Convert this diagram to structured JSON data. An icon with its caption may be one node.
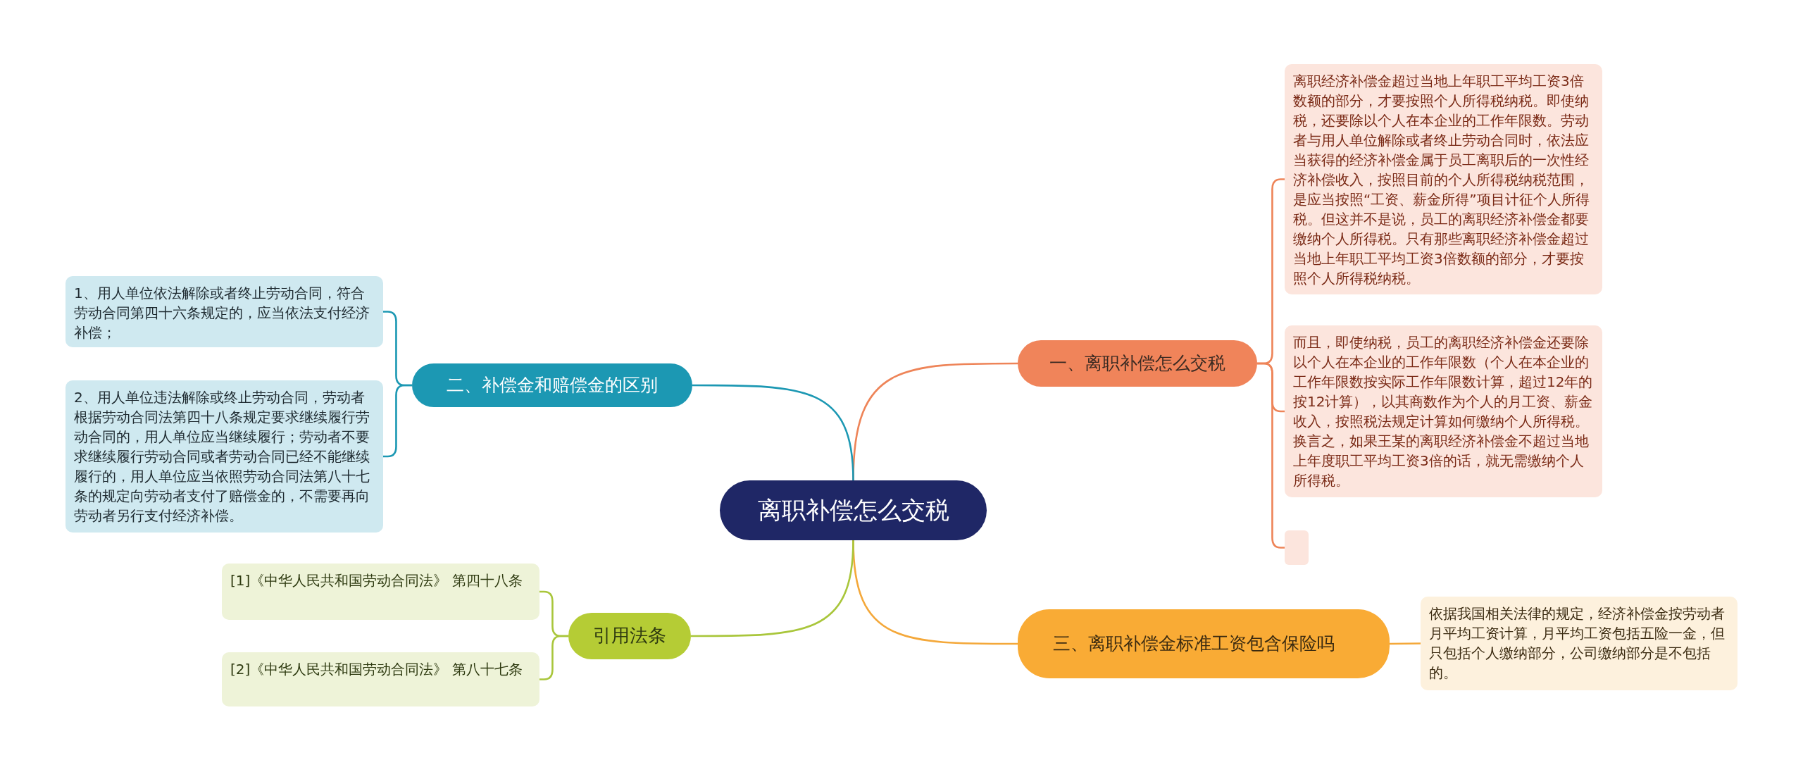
{
  "diagram": {
    "nodes": [
      {
        "text": [
          "离职补偿怎么交税"
        ]
      },
      {
        "text": [
          "一、离职补偿怎么交税"
        ]
      },
      {
        "text": [
          "离职经济补偿金超过当地上年职工平均工资3倍数额的部分，才要按照个人所得税纳税。即使纳税，还要除以个人在本企业的工作年限数。劳动者与用人单位解除或者终止劳动合同时，依法应当获得的经济补偿金属于员工离职后的一次性经济补偿收入，按照目前的个人所得税纳税范围，是应当按照“工资、薪金所得”项目计征个人所得税。但这并不是说，员工的离职经济补偿金都要缴纳个人所得税。只有那些离职经济补偿金超过当地上年职工平均工资3倍数额的部分，才要按照个人所得税纳税。"
        ]
      },
      {
        "text": [
          "而且，即使纳税，员工的离职经济补偿金还要除以个人在本企业的工作年限数（个人在本企业的工作年限数按实际工作年限数计算，超过12年的按12计算），以其商数作为个人的月工资、薪金收入，按照税法规定计算如何缴纳个人所得税。换言之，如果王某的离职经济补偿金不超过当地上年度职工平均工资3倍的话，就无需缴纳个人所得税。"
        ]
      },
      {
        "text": [],
        "shape": "box"
      },
      {
        "text": [
          "二、补偿金和赔偿金的区别"
        ]
      },
      {
        "text": [
          "1、用人单位依法解除或者终止劳动合同，符合劳动合同第四十六条规定的，应当依法支付经济补偿；"
        ]
      },
      {
        "text": [
          "2、用人单位违法解除或终止劳动合同，劳动者根据劳动合同法第四十八条规定要求继续履行劳动合同的，用人单位应当继续履行；劳动者不要求继续履行劳动合同或者劳动合同已经不能继续履行的，用人单位应当依照劳动合同法第八十七条的规定向劳动者支付了赔偿金的，不需要再向劳动者另行支付经济补偿。"
        ]
      },
      {
        "text": [
          "三、离职补偿金标准工资包含保险吗"
        ]
      },
      {
        "text": [
          "依据我国相关法律的规定，经济补偿金按劳动者月平均工资计算，月平均工资包括五险一金，但只包括个人缴纳部分，公司缴纳部分是不包括的。"
        ]
      },
      {
        "text": [
          "引用法条"
        ]
      },
      {
        "text": [
          "[1]《中华人民共和国劳动合同法》 第四十八条"
        ]
      },
      {
        "text": [
          "[2]《中华人民共和国劳动合同法》 第八十七条"
        ]
      }
    ],
    "edges": [
      {
        "from": 0,
        "to": 1,
        "arrow": "none",
        "color": "#ee8458"
      },
      {
        "from": 0,
        "to": 5,
        "arrow": "none",
        "color": "#1c98b3"
      },
      {
        "from": 0,
        "to": 8,
        "arrow": "none",
        "color": "#f4a83a"
      },
      {
        "from": 0,
        "to": 10,
        "arrow": "none",
        "color": "#a9c63b"
      },
      {
        "from": 1,
        "to": 2,
        "arrow": "none",
        "color": "#ee8458"
      },
      {
        "from": 1,
        "to": 3,
        "arrow": "none",
        "color": "#ee8458"
      },
      {
        "from": 1,
        "to": 4,
        "arrow": "none",
        "color": "#ee8458"
      },
      {
        "from": 5,
        "to": 6,
        "arrow": "none",
        "color": "#1c98b3"
      },
      {
        "from": 5,
        "to": 7,
        "arrow": "none",
        "color": "#1c98b3"
      },
      {
        "from": 8,
        "to": 9,
        "arrow": "none",
        "color": "#f4a83a"
      },
      {
        "from": 10,
        "to": 11,
        "arrow": "none",
        "color": "#a9c63b"
      },
      {
        "from": 10,
        "to": 12,
        "arrow": "none",
        "color": "#a9c63b"
      }
    ]
  }
}
